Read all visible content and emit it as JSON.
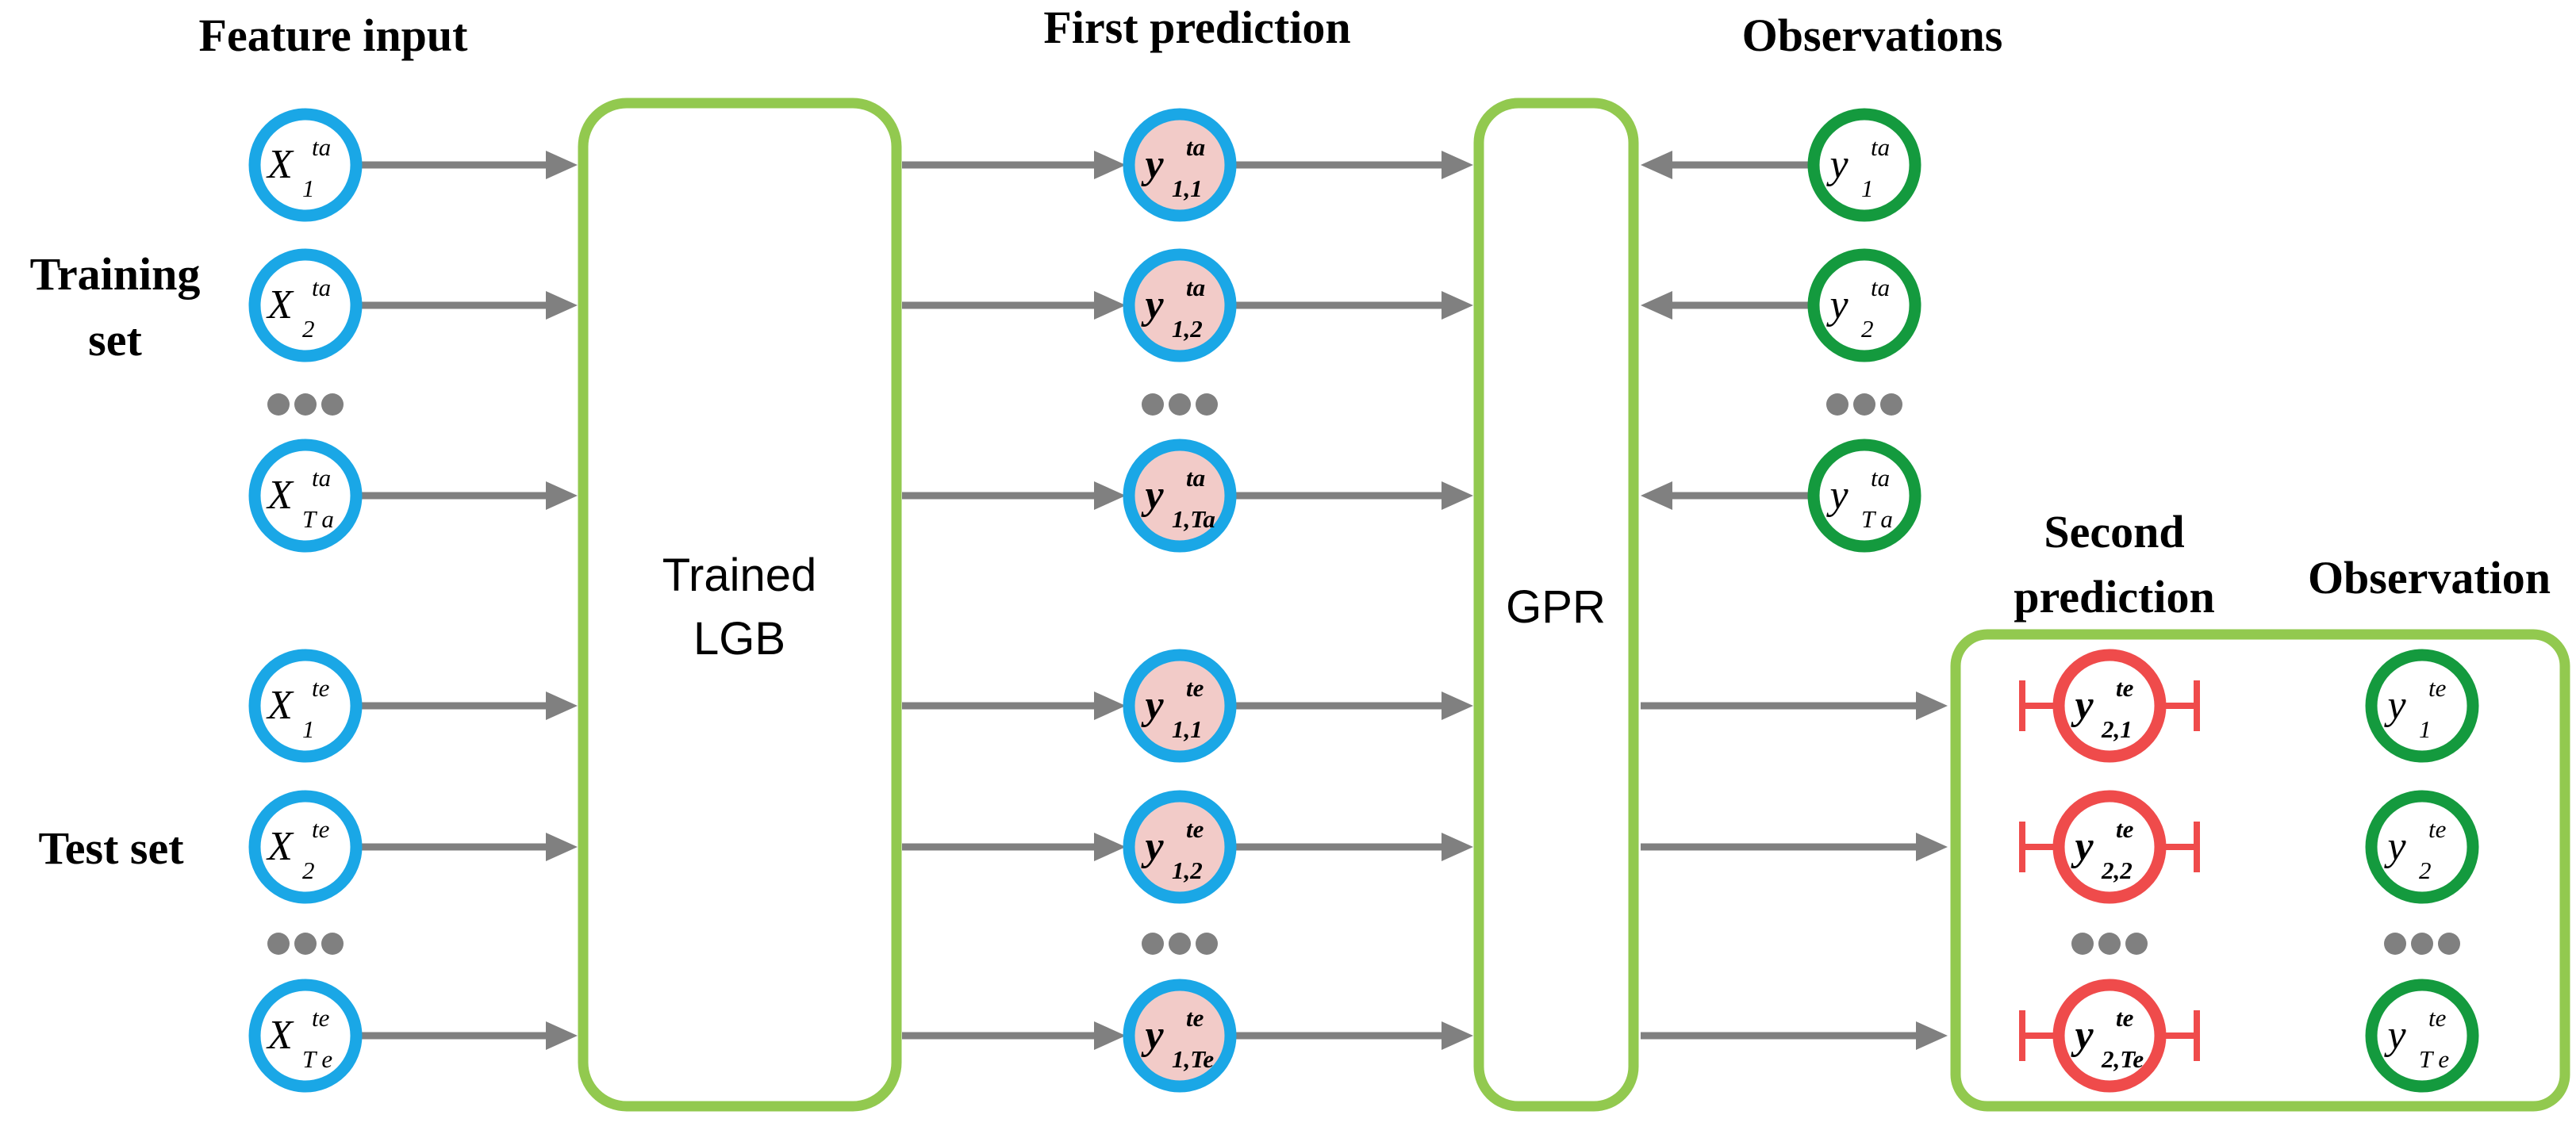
{
  "headers": {
    "feature_input": "Feature input",
    "first_prediction": "First prediction",
    "observations": "Observations",
    "second_prediction_line1": "Second",
    "second_prediction_line2": "prediction",
    "observation": "Observation"
  },
  "side_labels": {
    "training_line1": "Training",
    "training_line2": "set",
    "test": "Test set"
  },
  "boxes": {
    "lgb_line1": "Trained",
    "lgb_line2": "LGB",
    "gpr": "GPR"
  },
  "colors": {
    "feature_ring": "#1aa7e6",
    "prediction_ring": "#1aa7e6",
    "prediction_fill": "#f2cbc8",
    "observation_ring": "#149a3e",
    "second_ring": "#ef4b4b",
    "box_border": "#92c94f",
    "arrow": "#808080",
    "dots": "#808080"
  },
  "nodes": {
    "features": [
      {
        "base": "X",
        "sup": "ta",
        "sub": "1"
      },
      {
        "base": "X",
        "sup": "ta",
        "sub": "2"
      },
      {
        "base": "X",
        "sup": "ta",
        "sub": "T a"
      },
      {
        "base": "X",
        "sup": "te",
        "sub": "1"
      },
      {
        "base": "X",
        "sup": "te",
        "sub": "2"
      },
      {
        "base": "X",
        "sup": "te",
        "sub": "T e"
      }
    ],
    "first_predictions": [
      {
        "base": "y",
        "sup": "ta",
        "sub": "1,1"
      },
      {
        "base": "y",
        "sup": "ta",
        "sub": "1,2"
      },
      {
        "base": "y",
        "sup": "ta",
        "sub": "1,Ta"
      },
      {
        "base": "y",
        "sup": "te",
        "sub": "1,1"
      },
      {
        "base": "y",
        "sup": "te",
        "sub": "1,2"
      },
      {
        "base": "y",
        "sup": "te",
        "sub": "1,Te"
      }
    ],
    "observations_train": [
      {
        "base": "y",
        "sup": "ta",
        "sub": "1"
      },
      {
        "base": "y",
        "sup": "ta",
        "sub": "2"
      },
      {
        "base": "y",
        "sup": "ta",
        "sub": "T a"
      }
    ],
    "second_predictions": [
      {
        "base": "y",
        "sup": "te",
        "sub": "2,1"
      },
      {
        "base": "y",
        "sup": "te",
        "sub": "2,2"
      },
      {
        "base": "y",
        "sup": "te",
        "sub": "2,Te"
      }
    ],
    "observations_test": [
      {
        "base": "y",
        "sup": "te",
        "sub": "1"
      },
      {
        "base": "y",
        "sup": "te",
        "sub": "2"
      },
      {
        "base": "y",
        "sup": "te",
        "sub": "T e"
      }
    ]
  }
}
